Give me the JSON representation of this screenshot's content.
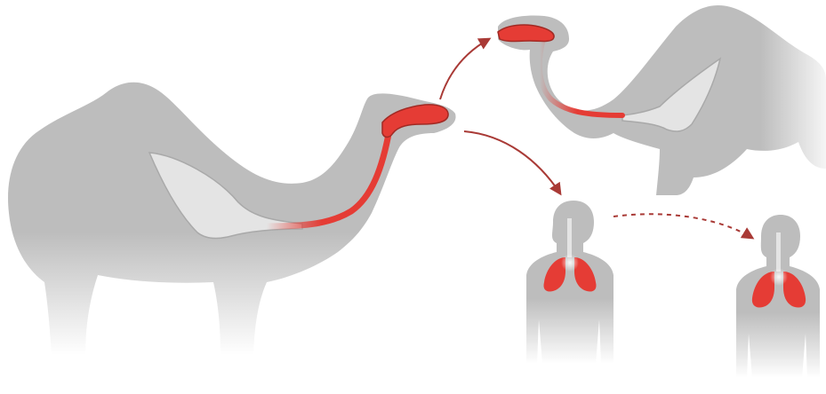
{
  "colors": {
    "background": "#ffffff",
    "silhouette": "#bdbdbd",
    "lung_cavity": "#e4e4e4",
    "airway_red": "#e53c35",
    "arrow": "#a93a36"
  },
  "nodes": [
    {
      "id": "source-camel",
      "kind": "camel",
      "infected_airway": true
    },
    {
      "id": "camel-to-camel",
      "kind": "camel",
      "infected_airway": true
    },
    {
      "id": "human-infected",
      "kind": "human",
      "infected_lungs": true
    },
    {
      "id": "human-secondary",
      "kind": "human",
      "infected_lungs": true
    }
  ],
  "edges": [
    {
      "from": "source-camel",
      "to": "camel-to-camel",
      "style": "solid"
    },
    {
      "from": "source-camel",
      "to": "human-infected",
      "style": "solid"
    },
    {
      "from": "human-infected",
      "to": "human-secondary",
      "style": "dashed"
    }
  ]
}
